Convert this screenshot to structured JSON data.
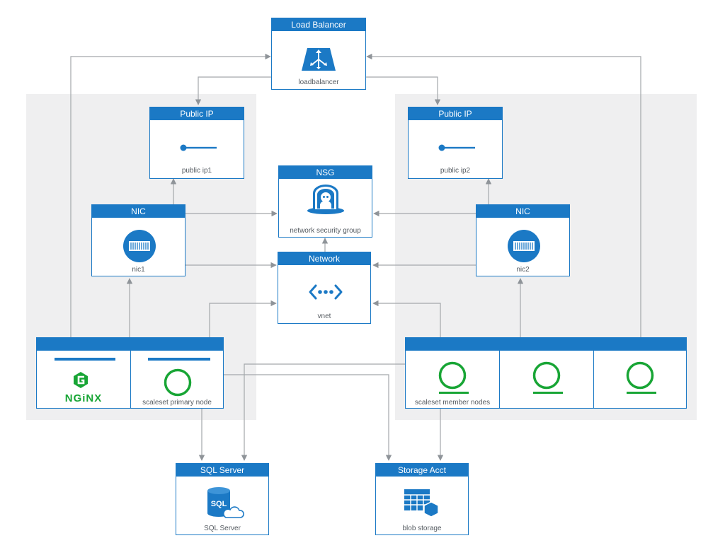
{
  "colors": {
    "header": "#1b79c5",
    "icon": "#1b79c5",
    "node_green": "#18a535",
    "connector": "#9a9ea3",
    "region": "#efeff0"
  },
  "load_balancer": {
    "title": "Load Balancer",
    "caption": "loadbalancer",
    "icon": "load-balancer-icon"
  },
  "public_ip_left": {
    "title": "Public IP",
    "caption": "public ip1",
    "icon": "public-ip-icon"
  },
  "public_ip_right": {
    "title": "Public IP",
    "caption": "public ip2",
    "icon": "public-ip-icon"
  },
  "nsg": {
    "title": "NSG",
    "caption": "network security group",
    "icon": "nsg-shield-icon"
  },
  "nic_left": {
    "title": "NIC",
    "caption": "nic1",
    "icon": "nic-icon"
  },
  "nic_right": {
    "title": "NIC",
    "caption": "nic2",
    "icon": "nic-icon"
  },
  "network": {
    "title": "Network",
    "caption": "vnet",
    "icon": "vnet-icon"
  },
  "primary_group": {
    "nginx_logo_text": "NGiNX",
    "caption": "scaleset primary node",
    "icon": "vm-node-icon"
  },
  "member_group": {
    "caption": "scaleset member nodes",
    "node_count": 3,
    "icon": "vm-node-icon"
  },
  "sql": {
    "title": "SQL Server",
    "caption": "SQL Server",
    "icon_text": "SQL",
    "icon": "sql-database-icon"
  },
  "storage": {
    "title": "Storage Acct",
    "caption": "blob storage",
    "icon": "blob-storage-icon"
  }
}
